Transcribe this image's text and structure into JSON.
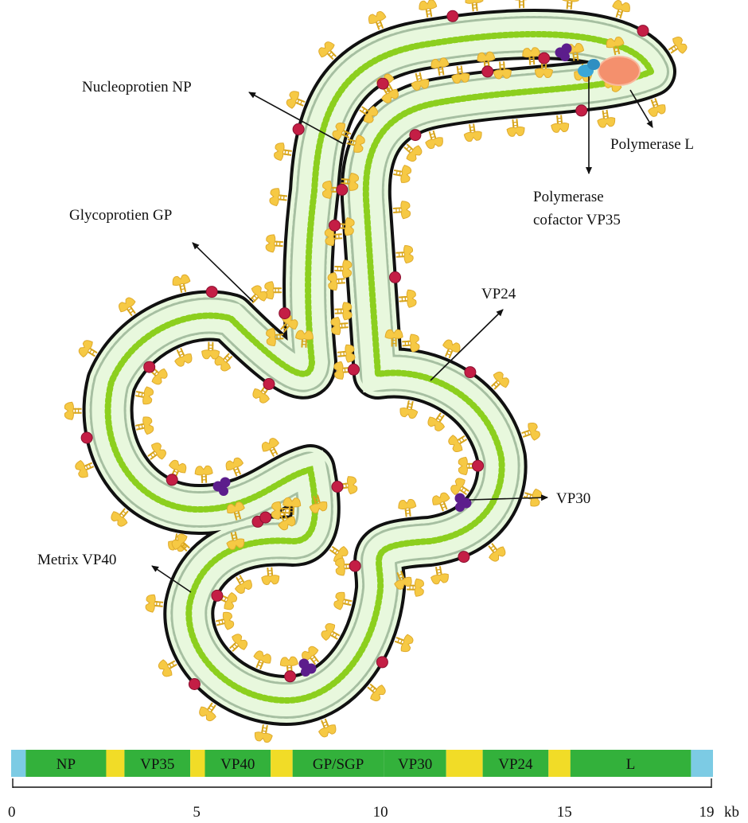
{
  "labels": {
    "nucleoprotein": "Nucleoprotien NP",
    "polymerase_l": "Polymerase L",
    "polymerase_cofactor_line1": "Polymerase",
    "polymerase_cofactor_line2": "cofactor VP35",
    "glycoprotein": "Glycoprotien GP",
    "vp24": "VP24",
    "vp30": "VP30",
    "matrix": "Metrix VP40"
  },
  "genome": {
    "unit": "kb",
    "axis_min": 0,
    "axis_max": 19,
    "segments": [
      {
        "label": "",
        "start": 0.0,
        "end": 0.4,
        "color": "#7ccbe4"
      },
      {
        "label": "NP",
        "start": 0.4,
        "end": 2.6,
        "color": "#33b13b"
      },
      {
        "label": "",
        "start": 2.6,
        "end": 3.1,
        "color": "#f1dc27"
      },
      {
        "label": "VP35",
        "start": 3.1,
        "end": 4.9,
        "color": "#33b13b"
      },
      {
        "label": "",
        "start": 4.9,
        "end": 5.3,
        "color": "#f1dc27"
      },
      {
        "label": "VP40",
        "start": 5.3,
        "end": 7.1,
        "color": "#33b13b"
      },
      {
        "label": "",
        "start": 7.1,
        "end": 7.7,
        "color": "#f1dc27"
      },
      {
        "label": "GP/SGP",
        "start": 7.7,
        "end": 10.2,
        "color": "#33b13b"
      },
      {
        "label": "VP30",
        "start": 10.2,
        "end": 11.9,
        "color": "#33b13b"
      },
      {
        "label": "",
        "start": 11.9,
        "end": 12.9,
        "color": "#f1dc27"
      },
      {
        "label": "VP24",
        "start": 12.9,
        "end": 14.7,
        "color": "#33b13b"
      },
      {
        "label": "",
        "start": 14.7,
        "end": 15.3,
        "color": "#f1dc27"
      },
      {
        "label": "L",
        "start": 15.3,
        "end": 18.6,
        "color": "#33b13b"
      },
      {
        "label": "",
        "start": 18.6,
        "end": 19.2,
        "color": "#7ccbe4"
      }
    ],
    "ticks": [
      {
        "value": 0,
        "label": "0"
      },
      {
        "value": 5,
        "label": "5"
      },
      {
        "value": 10,
        "label": "10"
      },
      {
        "value": 15,
        "label": "15"
      },
      {
        "value": 19,
        "label": "19"
      }
    ]
  },
  "colors": {
    "envelope": "#111111",
    "interior": "#e8f8dd",
    "nucleocapsid": "#8ccf1e",
    "glycoprotein": "#f6c944",
    "vp24": "#c41e45",
    "vp30": "#5c1d8c",
    "polymerase_l": "#f4906d",
    "vp35": "#3aa7d8"
  }
}
